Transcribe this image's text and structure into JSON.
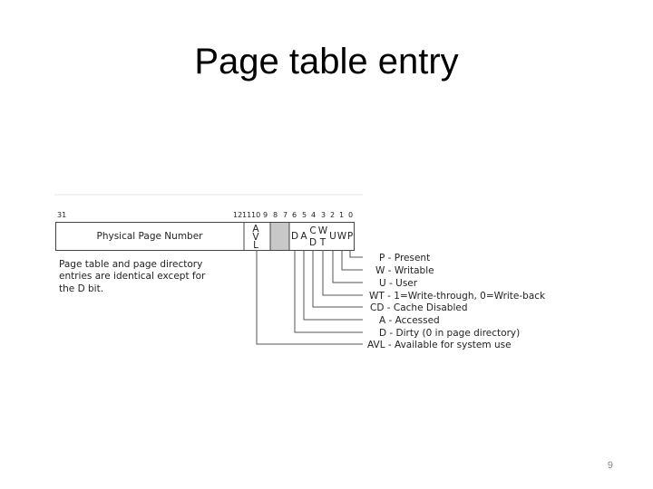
{
  "slide": {
    "title": "Page table entry",
    "number": "9"
  },
  "diagram": {
    "bit_labels": [
      {
        "id": "31",
        "text": "31"
      },
      {
        "id": "12",
        "text": "12"
      },
      {
        "id": "11",
        "text": "11"
      },
      {
        "id": "10",
        "text": "10"
      },
      {
        "id": "9",
        "text": "9"
      },
      {
        "id": "8",
        "text": "8"
      },
      {
        "id": "7",
        "text": "7"
      },
      {
        "id": "6",
        "text": "6"
      },
      {
        "id": "5",
        "text": "5"
      },
      {
        "id": "4",
        "text": "4"
      },
      {
        "id": "3",
        "text": "3"
      },
      {
        "id": "2",
        "text": "2"
      },
      {
        "id": "1",
        "text": "1"
      },
      {
        "id": "0",
        "text": "0"
      }
    ],
    "fields": {
      "physical_page_number": "Physical Page Number",
      "avl_lines": [
        "A",
        "V",
        "L"
      ],
      "d": "D",
      "a": "A",
      "cd_lines": [
        "C",
        "D"
      ],
      "wt_lines": [
        "W",
        "T"
      ],
      "u": "U",
      "w": "W",
      "p": "P"
    },
    "note_lines": [
      "Page table and page directory",
      "entries are identical except for",
      "the D bit."
    ],
    "legend": [
      {
        "key": "P",
        "text": "P  -  Present"
      },
      {
        "key": "W",
        "text": "W  -  Writable"
      },
      {
        "key": "U",
        "text": "U  -  User"
      },
      {
        "key": "WT",
        "text": "WT  -  1=Write-through, 0=Write-back"
      },
      {
        "key": "CD",
        "text": "CD  -  Cache Disabled"
      },
      {
        "key": "A",
        "text": "A  -  Accessed"
      },
      {
        "key": "D",
        "text": "D  -  Dirty (0 in page directory)"
      },
      {
        "key": "AVL",
        "text": "AVL  -  Available for system use"
      }
    ],
    "colors": {
      "reserved_fill": "#c8c8c8",
      "line": "#555555"
    }
  }
}
